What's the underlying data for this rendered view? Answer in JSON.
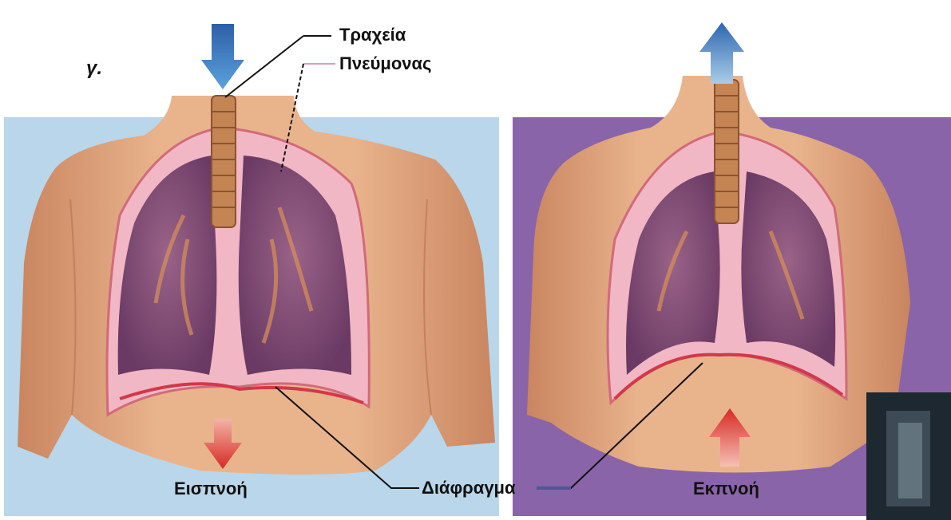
{
  "figure": {
    "panel_letter": "γ.",
    "labels": {
      "trachea": "Τραχεία",
      "lung": "Πνεύμονας",
      "diaphragm": "Διάφραγμα"
    },
    "states": {
      "left": "Εισπνοή",
      "right": "Εκπνοή"
    }
  },
  "colors": {
    "left_background": "#b9d6ea",
    "right_background": "#8a64a8",
    "skin": "#e0a47c",
    "lung": "#7e4a74",
    "pleura": "#f2b7c4",
    "air_arrow": "#2c6fb5",
    "diaphragm_arrow": "#d8382f"
  },
  "icons": [
    "air-in-arrow-icon",
    "air-out-arrow-icon",
    "diaphragm-down-arrow-icon",
    "diaphragm-up-arrow-icon"
  ]
}
